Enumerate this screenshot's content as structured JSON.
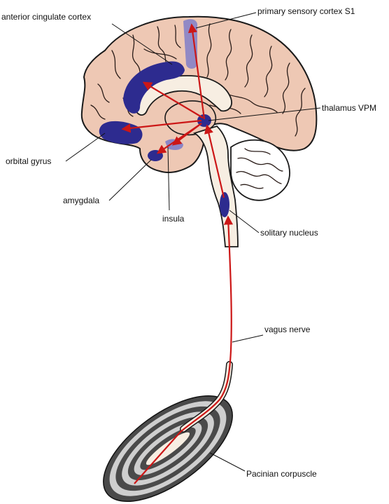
{
  "diagram": {
    "labels": {
      "anterior_cingulate": "anterior cingulate cortex",
      "primary_sensory": "primary sensory cortex  S1",
      "thalamus": "thalamus VPM",
      "orbital_gyrus": "orbital gyrus",
      "amygdala": "amygdala",
      "insula": "insula",
      "solitary_nucleus": "solitary nucleus",
      "vagus_nerve": "vagus nerve",
      "pacinian": "Pacinian corpuscle"
    },
    "colors": {
      "brain": "#eec8b4",
      "white_matter": "#f7eee2",
      "region": "#2d2b8f",
      "region_light": "#8b86c6",
      "pathway": "#cc1717",
      "corpuscle_dark": "#4a4a4a",
      "corpuscle_light": "#cfcfcf",
      "outline": "#1a1a1a"
    }
  }
}
